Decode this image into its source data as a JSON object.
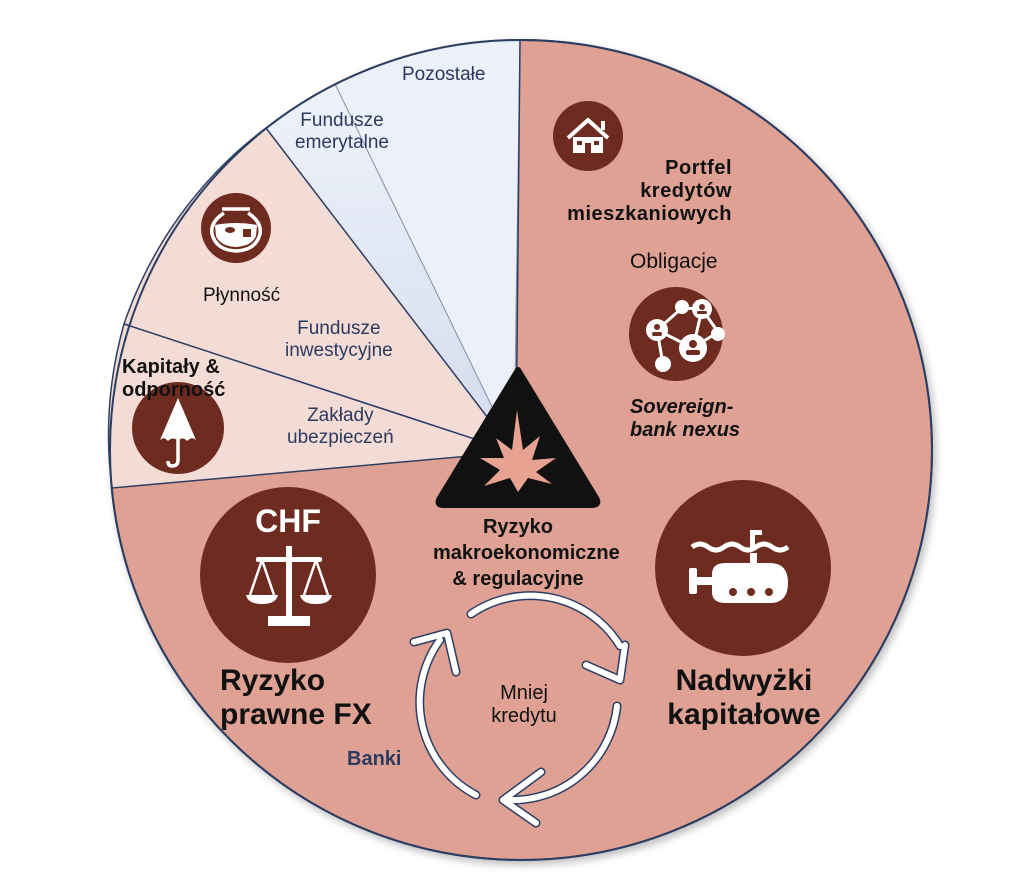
{
  "diagram": {
    "title_center": [
      "Ryzyko",
      "makroekonomiczne",
      "& regulacyjne"
    ],
    "colors": {
      "banks_sector": "#dfa194",
      "light_pink_sector": "#f4dcd6",
      "blue_sector_a": "#dde4f0",
      "blue_sector_b": "#e9eef8",
      "icon_circle": "#6e2c20",
      "outline": "#2d3e63",
      "sector_text": "#2b3a5e"
    },
    "sectors": [
      {
        "name": "Pozostałe",
        "label": [
          "Pozostałe"
        ]
      },
      {
        "name": "Fundusze emerytalne",
        "label": [
          "Fundusze",
          "emerytalne"
        ]
      },
      {
        "name": "Fundusze inwestycyjne",
        "label": [
          "Fundusze",
          "inwestycyjne"
        ]
      },
      {
        "name": "Zakłady ubezpieczeń",
        "label": [
          "Zakłady",
          "ubezpieczeń"
        ]
      },
      {
        "name": "Banki",
        "label": [
          "Banki"
        ]
      }
    ],
    "risks": {
      "housing": {
        "icon": "house-icon",
        "label": [
          "Portfel",
          "kredytów",
          "mieszkaniowych"
        ]
      },
      "bonds": {
        "icon": "network-icon",
        "top_label": "Obligacje",
        "label": [
          "Sovereign-",
          "bank nexus"
        ]
      },
      "surplus": {
        "icon": "submarine-icon",
        "label": [
          "Nadwyżki",
          "kapitałowe"
        ]
      },
      "fx": {
        "icon": "scales-icon",
        "icon_text": "CHF",
        "label": [
          "Ryzyko",
          "prawne FX"
        ]
      },
      "liquidity": {
        "icon": "fishbowl-icon",
        "label": [
          "Płynność"
        ]
      },
      "capital": {
        "icon": "umbrella-icon",
        "label": [
          "Kapitały &",
          "odporność"
        ]
      },
      "macro": {
        "icon": "explosion-warning-icon"
      }
    },
    "cycle": {
      "icon": "cycle-arrows-icon",
      "label": [
        "Mniej",
        "kredytu"
      ]
    }
  }
}
